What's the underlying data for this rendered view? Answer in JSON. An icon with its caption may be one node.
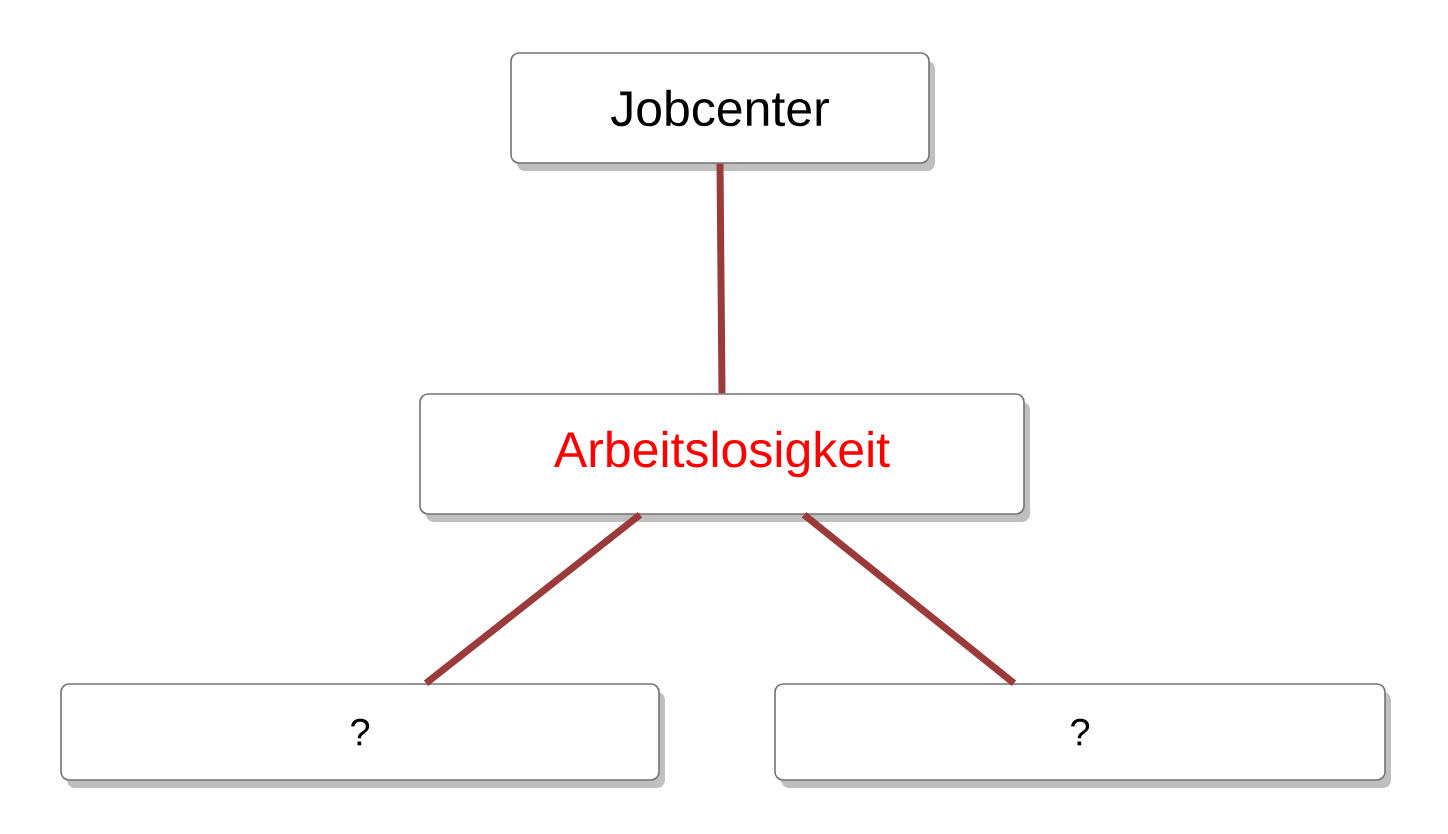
{
  "diagram": {
    "nodes": [
      {
        "text": [
          "Jobcenter"
        ]
      },
      {
        "text": [
          "Arbeitslosigkeit"
        ]
      },
      {
        "text": [
          "?"
        ]
      },
      {
        "text": [
          "?"
        ]
      }
    ],
    "edges": [
      {
        "from": 0,
        "to": 1,
        "arrow": "none"
      },
      {
        "from": 1,
        "to": 2,
        "arrow": "none"
      },
      {
        "from": 1,
        "to": 3,
        "arrow": "none"
      }
    ]
  }
}
